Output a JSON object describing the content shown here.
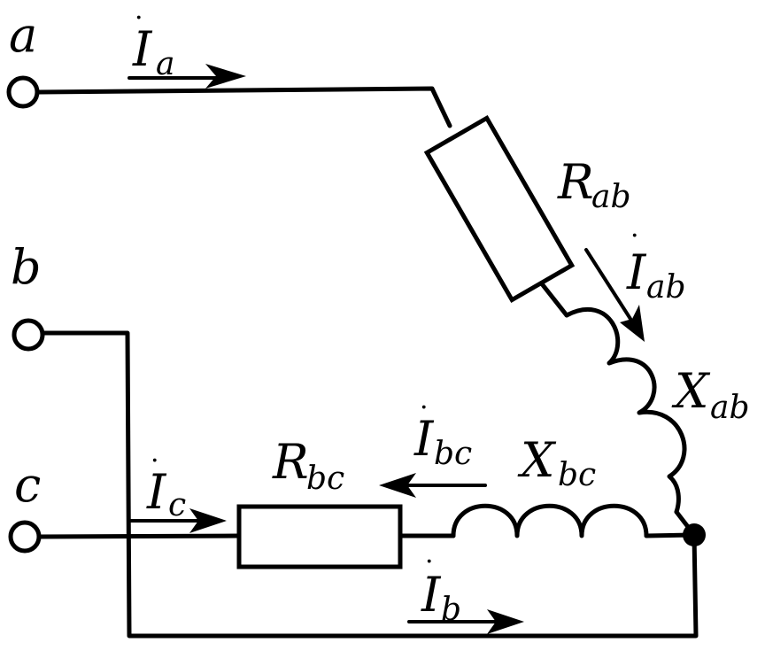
{
  "terminals": {
    "a": "a",
    "b": "b",
    "c": "c"
  },
  "currents": {
    "Ia": {
      "symbol": "I",
      "subscript": "a",
      "dot": "·"
    },
    "Ib": {
      "symbol": "I",
      "subscript": "b",
      "dot": "·"
    },
    "Ic": {
      "symbol": "I",
      "subscript": "c",
      "dot": "·"
    },
    "Iab": {
      "symbol": "I",
      "subscript": "ab",
      "dot": "·"
    },
    "Ibc": {
      "symbol": "I",
      "subscript": "bc",
      "dot": "·"
    }
  },
  "components": {
    "Rab": {
      "symbol": "R",
      "subscript": "ab"
    },
    "Xab": {
      "symbol": "X",
      "subscript": "ab"
    },
    "Rbc": {
      "symbol": "R",
      "subscript": "bc"
    },
    "Xbc": {
      "symbol": "X",
      "subscript": "bc"
    }
  }
}
